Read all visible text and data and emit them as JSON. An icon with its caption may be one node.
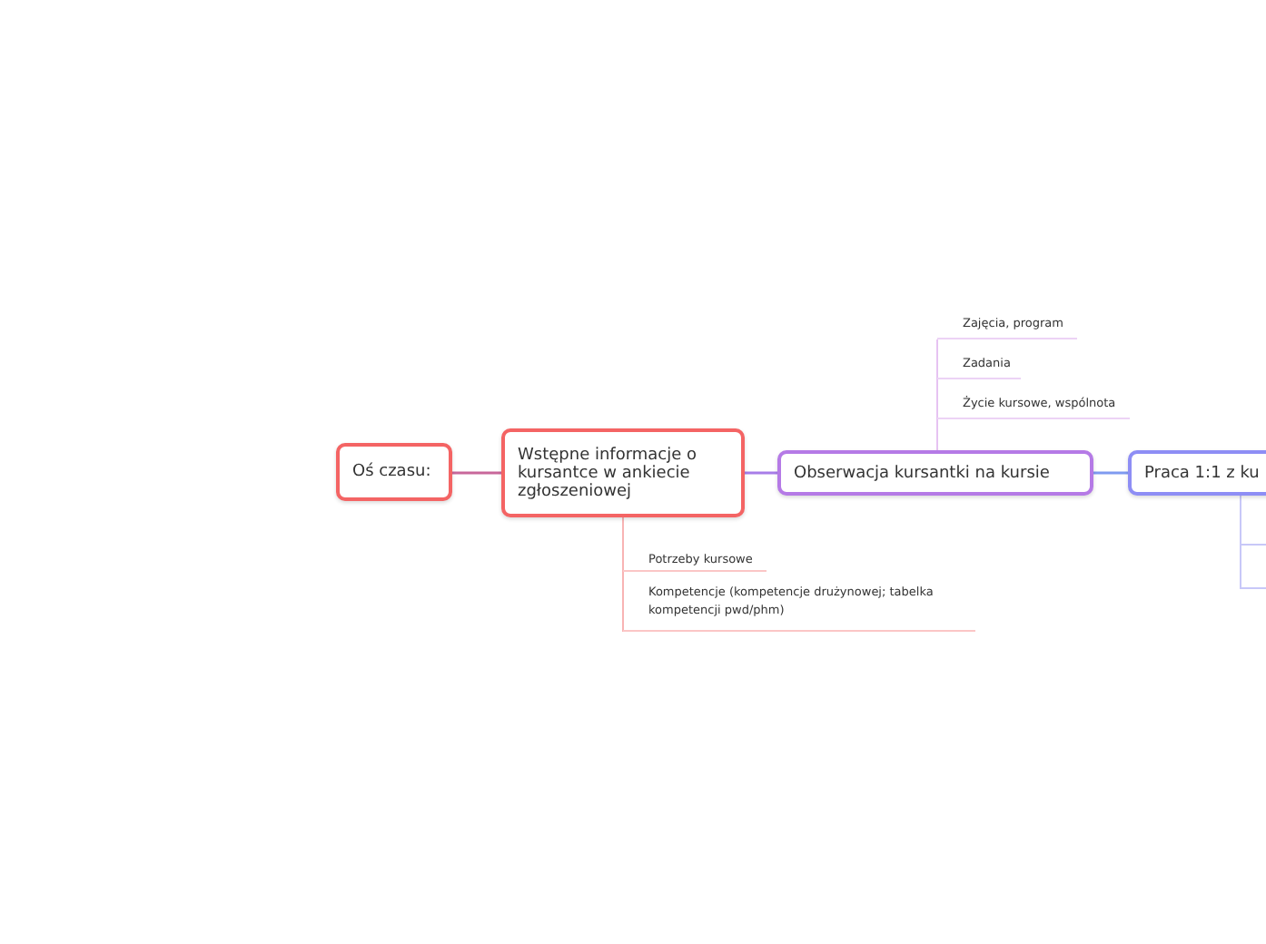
{
  "diagram": {
    "nodes": [
      {
        "text": [
          "Oś czasu:"
        ]
      },
      {
        "text": [
          "Wstępne informacje o kursantce w ankiecie zgłoszeniowej"
        ]
      },
      {
        "text": [
          "Obserwacja kursantki na kursie"
        ]
      },
      {
        "text": [
          "Praca 1:1 z ku"
        ]
      },
      {
        "text": [
          "Zajęcia, program"
        ]
      },
      {
        "text": [
          "Zadania"
        ]
      },
      {
        "text": [
          "Życie kursowe, wspólnota"
        ]
      },
      {
        "text": [
          "Potrzeby kursowe"
        ]
      },
      {
        "text": [
          "Kompetencje (kompetencje drużynowej; tabelka kompetencji pwd/phm)"
        ]
      }
    ],
    "edges": [
      {
        "from": 0,
        "to": 1,
        "arrow": "none",
        "color": "#c8679a"
      },
      {
        "from": 1,
        "to": 2,
        "arrow": "none",
        "color": "#a77de8"
      },
      {
        "from": 2,
        "to": 3,
        "arrow": "none",
        "color": "#7f9af0"
      },
      {
        "from": 2,
        "to": 4,
        "arrow": "none",
        "color": "#e6c3f2"
      },
      {
        "from": 2,
        "to": 5,
        "arrow": "none",
        "color": "#e6c3f2"
      },
      {
        "from": 2,
        "to": 6,
        "arrow": "none",
        "color": "#e6c3f2"
      },
      {
        "from": 1,
        "to": 7,
        "arrow": "none",
        "color": "#f8b4b4"
      },
      {
        "from": 1,
        "to": 8,
        "arrow": "none",
        "color": "#f8b4b4"
      }
    ]
  }
}
